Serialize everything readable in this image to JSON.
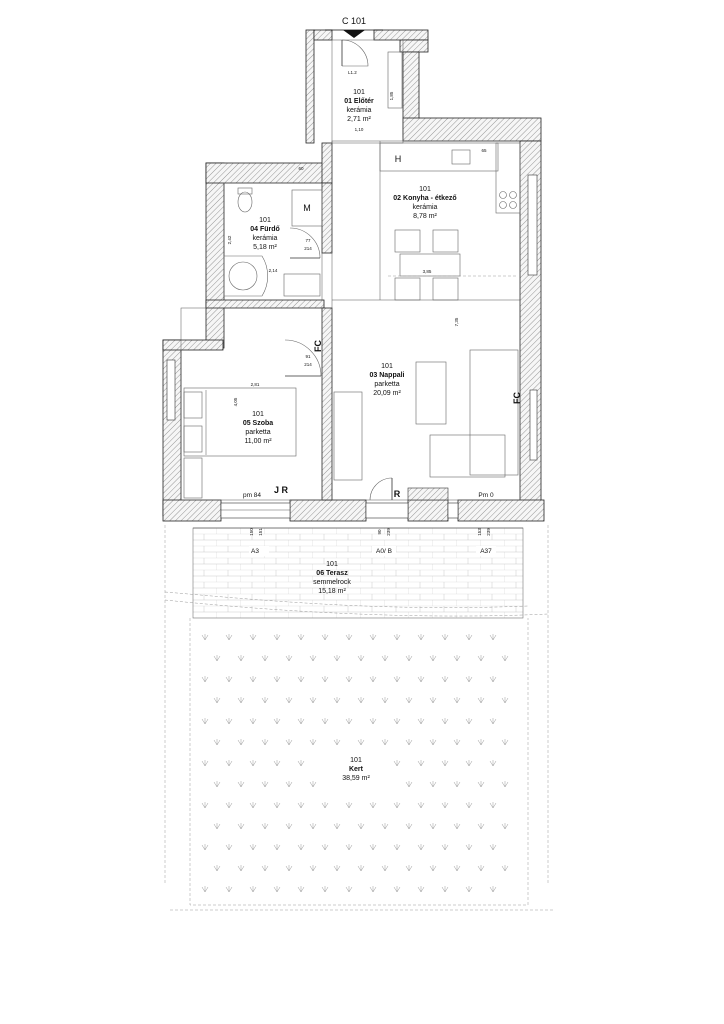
{
  "section_marker": "C 101",
  "rooms": [
    {
      "id": "eloter",
      "number": "101",
      "name": "01 Előtér",
      "finish": "kerámia",
      "area": "2,71 m²"
    },
    {
      "id": "konyha",
      "number": "101",
      "name": "02 Konyha - étkező",
      "finish": "kerámia",
      "area": "8,78 m²"
    },
    {
      "id": "furdo",
      "number": "101",
      "name": "04 Fürdő",
      "finish": "kerámia",
      "area": "5,18 m²"
    },
    {
      "id": "nappali",
      "number": "101",
      "name": "03 Nappali",
      "finish": "parketta",
      "area": "20,09 m²"
    },
    {
      "id": "szoba",
      "number": "101",
      "name": "05 Szoba",
      "finish": "parketta",
      "area": "11,00 m²"
    },
    {
      "id": "terasz",
      "number": "101",
      "name": "06 Terasz",
      "finish": "semmelrock",
      "area": "15,18 m²"
    },
    {
      "id": "kert",
      "number": "101",
      "name": "Kert",
      "finish": "",
      "area": "38,59 m²"
    }
  ],
  "markers": {
    "h": "H",
    "m": "M",
    "fc_left": "FC",
    "fc_right": "FC",
    "jr": "J R",
    "r": "R",
    "pm_left": "pm 84",
    "pm_right": "Pm 0",
    "a3": "A3",
    "a0b": "A0/ B",
    "a37": "A37",
    "door_tag": "L1.2"
  },
  "dimensions": {
    "d_1_10": "1,10",
    "d_1_85": "1,85",
    "d_2_42": "2,42",
    "d_2_14": "2,14",
    "d_3_85": "3,85",
    "d_7_35": "7,35",
    "d_2_81": "2,81",
    "d_4_05": "4,05",
    "d_91": "91",
    "d_214": "214",
    "d_77": "77",
    "d_214b": "214",
    "d_150": "150",
    "d_151": "151",
    "d_90": "90",
    "d_239": "239",
    "d_153": "153",
    "d_239b": "239",
    "d_65": "65",
    "d_60": "60"
  }
}
